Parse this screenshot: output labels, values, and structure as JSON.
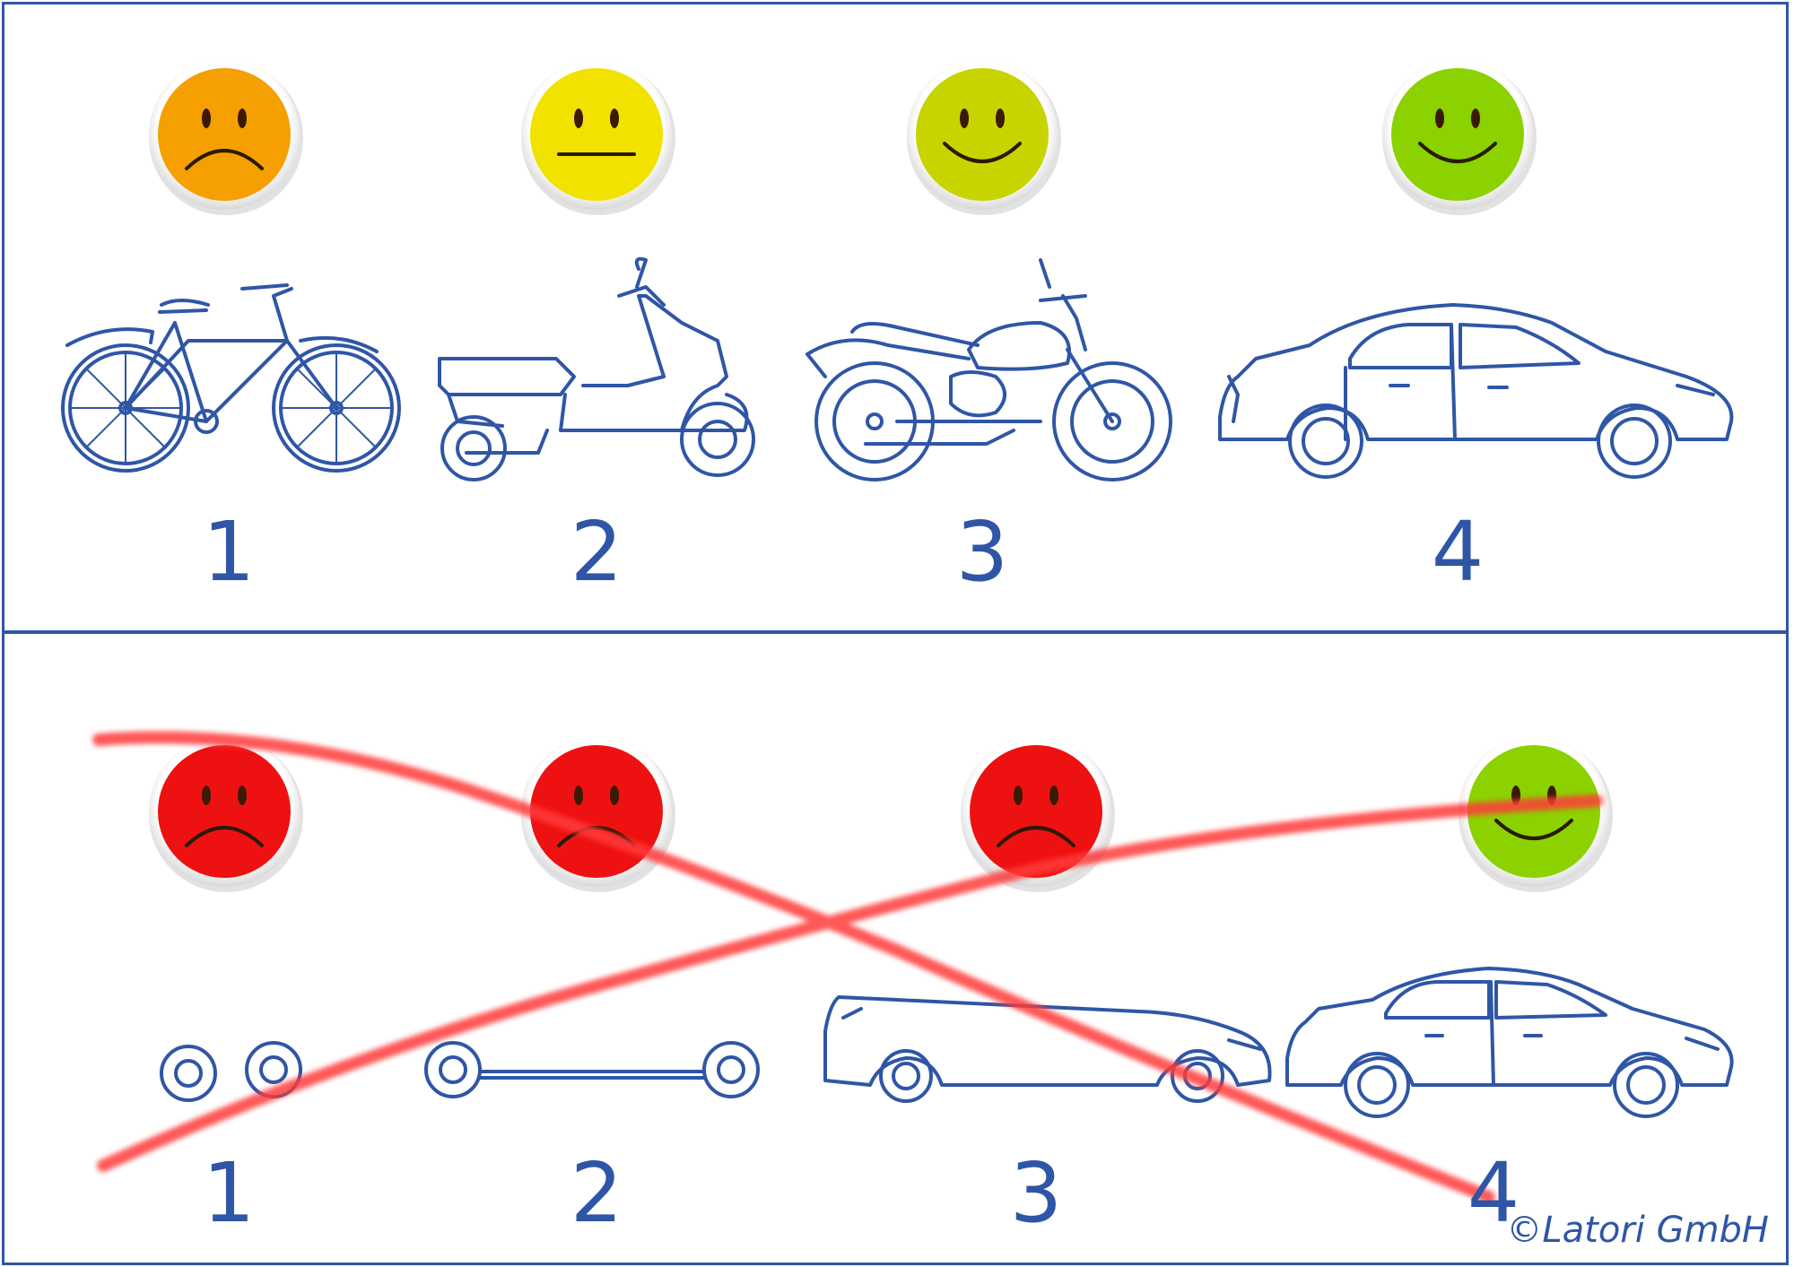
{
  "top_row": {
    "items": [
      {
        "number": "1",
        "vehicle": "bicycle",
        "face": "sad",
        "face_color": "#f5a000"
      },
      {
        "number": "2",
        "vehicle": "scooter",
        "face": "neutral",
        "face_color": "#f2e200"
      },
      {
        "number": "3",
        "vehicle": "motorcycle",
        "face": "smile",
        "face_color": "#c8d400"
      },
      {
        "number": "4",
        "vehicle": "car",
        "face": "smile",
        "face_color": "#8bd200"
      }
    ]
  },
  "bottom_row": {
    "items": [
      {
        "number": "1",
        "vehicle": "two-wheels",
        "face": "sad",
        "face_color": "#ee1111"
      },
      {
        "number": "2",
        "vehicle": "wheels-on-axle",
        "face": "sad",
        "face_color": "#ee1111"
      },
      {
        "number": "3",
        "vehicle": "flattened-car",
        "face": "sad",
        "face_color": "#ee1111"
      },
      {
        "number": "4",
        "vehicle": "car",
        "face": "smile",
        "face_color": "#8bd200"
      }
    ]
  },
  "colors": {
    "line": "#2f56a6",
    "cross": "#ff3a3a"
  },
  "credit": "©Latori GmbH"
}
